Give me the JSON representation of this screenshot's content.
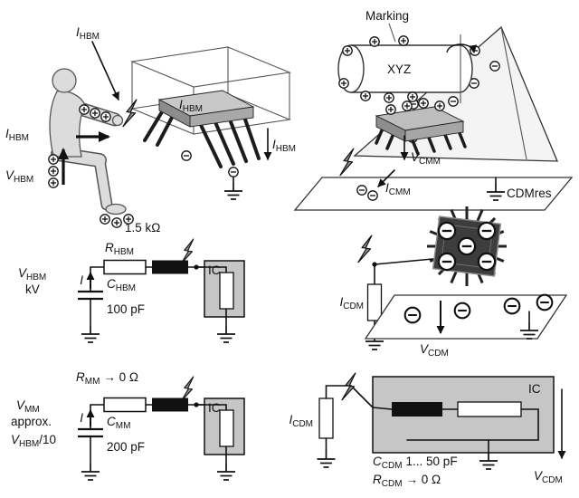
{
  "sym": {
    "I": "I",
    "V": "V",
    "C": "C",
    "R": "R",
    "HBM": "HBM",
    "MM": "MM",
    "CDM": "CDM",
    "CMM": "CMM"
  },
  "labels": {
    "marking": "Marking",
    "drum": "XYZ",
    "cdmres": "CDMres",
    "r_hbm_value": "1.5 kΩ",
    "hbm_unit": "kV",
    "c_hbm_value": "100 pF",
    "c_mm_value": "200 pF",
    "c_cdm_value": "1... 50 pF",
    "ic": "IC",
    "approx": "approx.",
    "over_ten": "/10",
    "to_zero_ohm": "→ 0 Ω"
  },
  "colors": {
    "wire": "#111111",
    "ic_body": "#c6c6c6",
    "bolt": "#8f8f8f",
    "package": "#c8c8c8"
  }
}
